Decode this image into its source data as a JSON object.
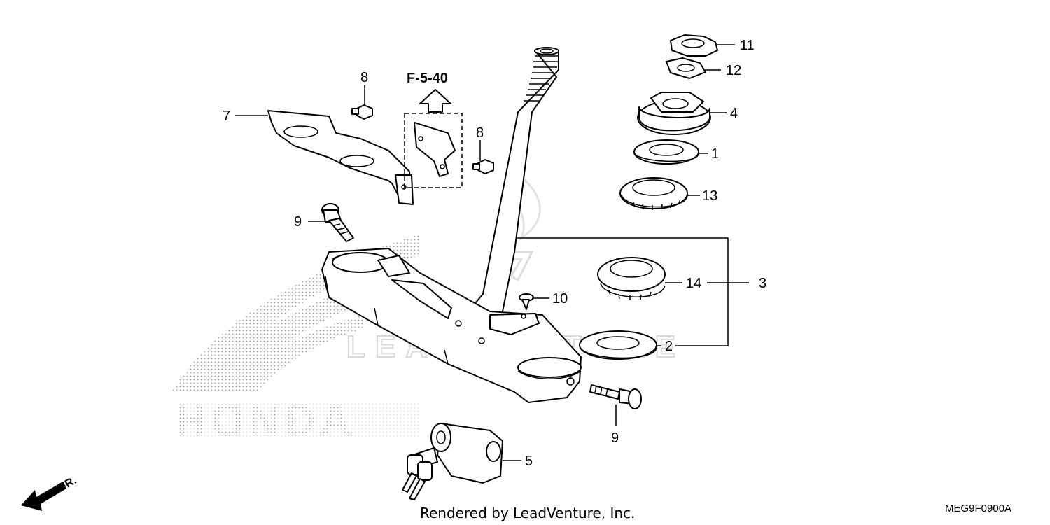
{
  "diagram": {
    "reference_arrow_label": "F-5-40",
    "front_label": "FR.",
    "footer_text": "Rendered by LeadVenture, Inc.",
    "diagram_code": "MEG9F0900A",
    "logo_text": "HONDA",
    "watermark_text": "LEADVENTURE",
    "callouts": [
      {
        "id": "c11",
        "label": "11"
      },
      {
        "id": "c12",
        "label": "12"
      },
      {
        "id": "c4",
        "label": "4"
      },
      {
        "id": "c1",
        "label": "1"
      },
      {
        "id": "c13",
        "label": "13"
      },
      {
        "id": "c14",
        "label": "14"
      },
      {
        "id": "c3",
        "label": "3"
      },
      {
        "id": "c2",
        "label": "2"
      },
      {
        "id": "c10",
        "label": "10"
      },
      {
        "id": "c9b",
        "label": "9"
      },
      {
        "id": "c5",
        "label": "5"
      },
      {
        "id": "c9a",
        "label": "9"
      },
      {
        "id": "c7",
        "label": "7"
      },
      {
        "id": "c8a",
        "label": "8"
      },
      {
        "id": "c8b",
        "label": "8"
      }
    ]
  }
}
